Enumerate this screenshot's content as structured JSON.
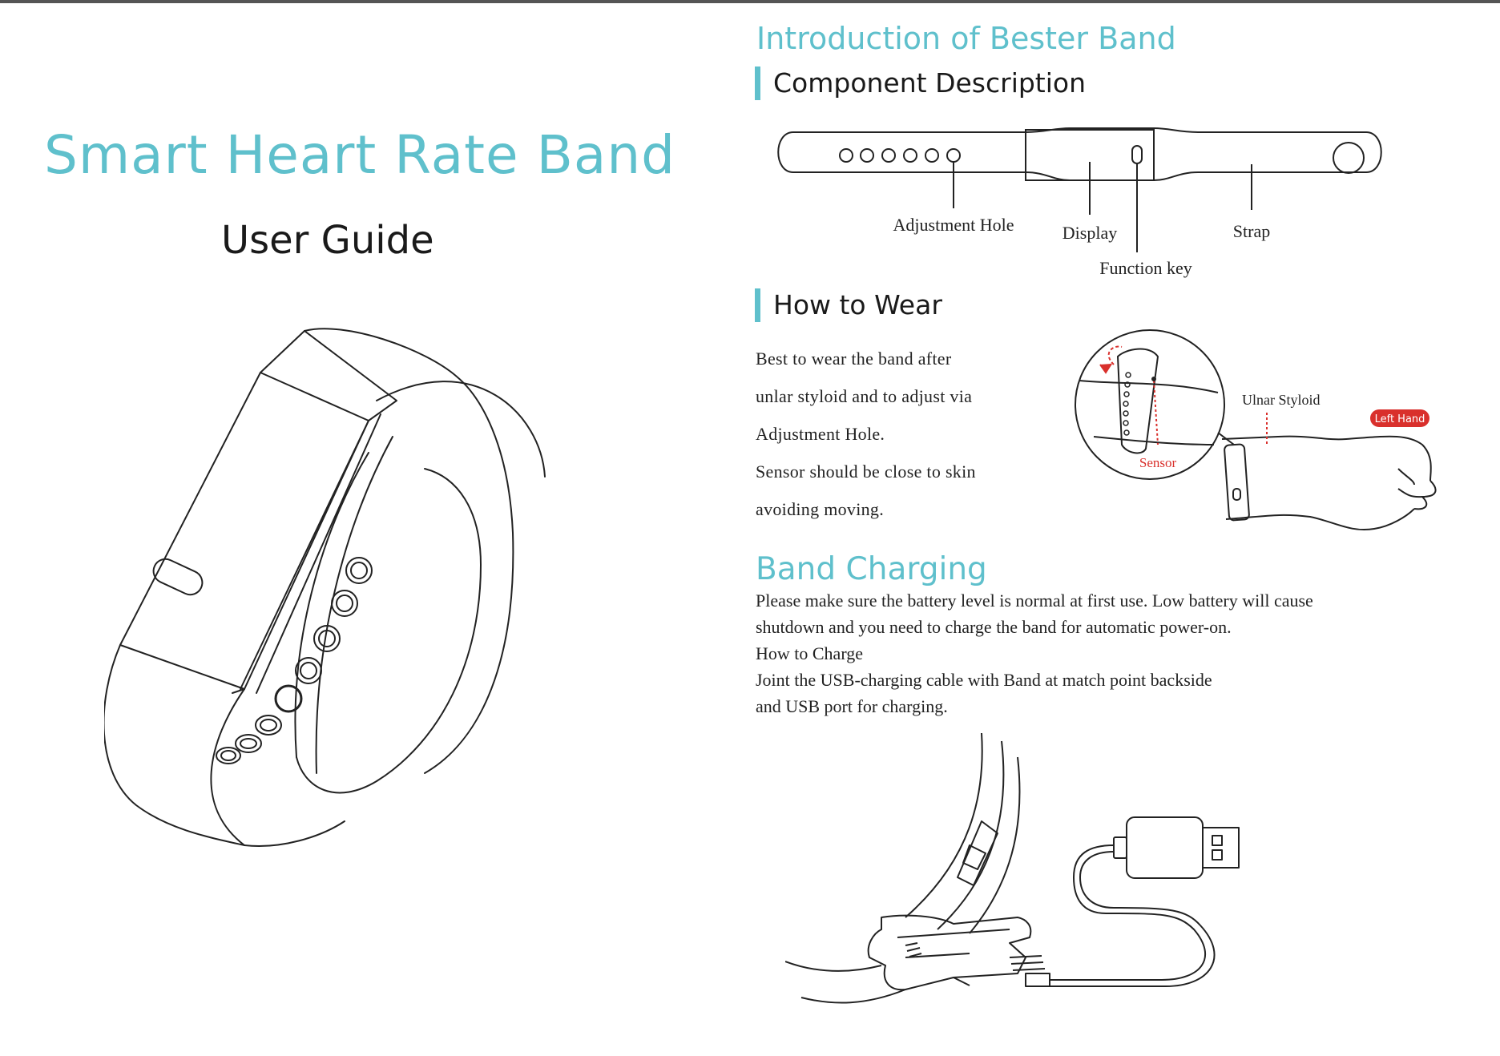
{
  "cover": {
    "title": "Smart Heart Rate Band",
    "subtitle": "User Guide"
  },
  "intro": {
    "title": "Introduction of Bester Band"
  },
  "component": {
    "heading": "Component Description",
    "labels": {
      "adjustment_hole": "Adjustment Hole",
      "display": "Display",
      "function_key": "Function key",
      "strap": "Strap"
    }
  },
  "wear": {
    "heading": "How to Wear",
    "lines": [
      "Best to wear the band after",
      "unlar styloid and to adjust via",
      "Adjustment Hole.",
      "Sensor should be close to skin",
      "avoiding moving."
    ],
    "diagram": {
      "ulnar_styloid": "Ulnar Styloid",
      "left_hand": "Left Hand",
      "sensor": "Sensor"
    }
  },
  "charging": {
    "title": "Band Charging",
    "lines": [
      "Please make sure the battery level is normal at first use. Low battery will cause",
      "shutdown and you need to charge the band for automatic power-on.",
      "How to Charge",
      "Joint the USB-charging cable with Band at match point backside",
      "and USB port for charging."
    ]
  },
  "colors": {
    "accent": "#5fc0cc",
    "badge_red": "#d9302c",
    "line": "#222222"
  }
}
